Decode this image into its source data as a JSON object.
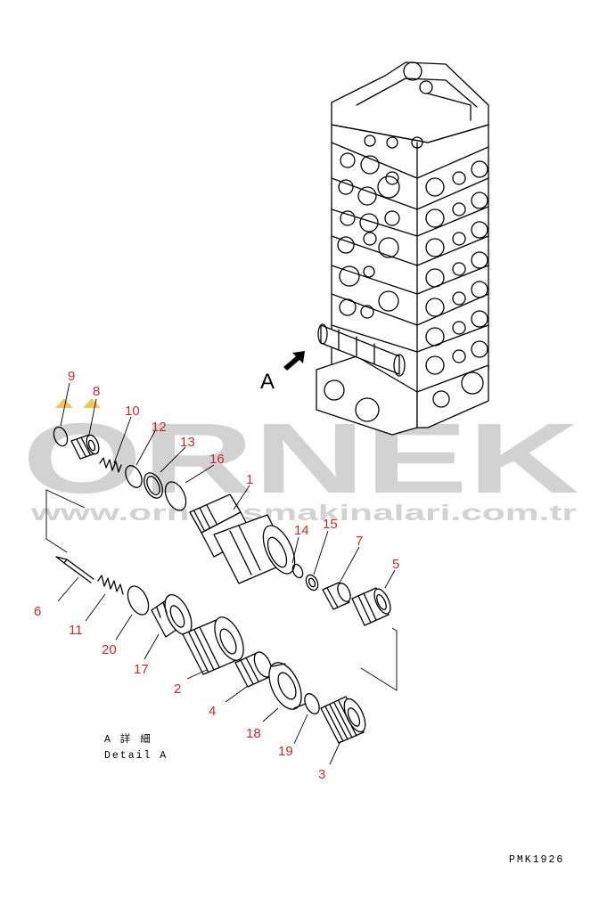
{
  "watermark": {
    "brand": "ORNEK",
    "url": "www.ornekismakinalari.com.tr"
  },
  "diagram": {
    "view_label": "A",
    "detail_jp": "A 詳 細",
    "detail_en": "Detail A",
    "drawing_code": "PMK1926"
  },
  "callouts": [
    {
      "id": "c9",
      "text": "9"
    },
    {
      "id": "c8",
      "text": "8"
    },
    {
      "id": "c10",
      "text": "10"
    },
    {
      "id": "c12",
      "text": "12"
    },
    {
      "id": "c13",
      "text": "13"
    },
    {
      "id": "c16",
      "text": "16"
    },
    {
      "id": "c1",
      "text": "1"
    },
    {
      "id": "c14",
      "text": "14"
    },
    {
      "id": "c15",
      "text": "15"
    },
    {
      "id": "c7",
      "text": "7"
    },
    {
      "id": "c5",
      "text": "5"
    },
    {
      "id": "c6",
      "text": "6"
    },
    {
      "id": "c11",
      "text": "11"
    },
    {
      "id": "c20",
      "text": "20"
    },
    {
      "id": "c17",
      "text": "17"
    },
    {
      "id": "c2",
      "text": "2"
    },
    {
      "id": "c4",
      "text": "4"
    },
    {
      "id": "c18",
      "text": "18"
    },
    {
      "id": "c19",
      "text": "19"
    },
    {
      "id": "c3",
      "text": "3"
    }
  ],
  "colors": {
    "callout": "#cc2b2b",
    "watermark": "#d2d2d2",
    "watermark_accent": "#f2c94c"
  }
}
